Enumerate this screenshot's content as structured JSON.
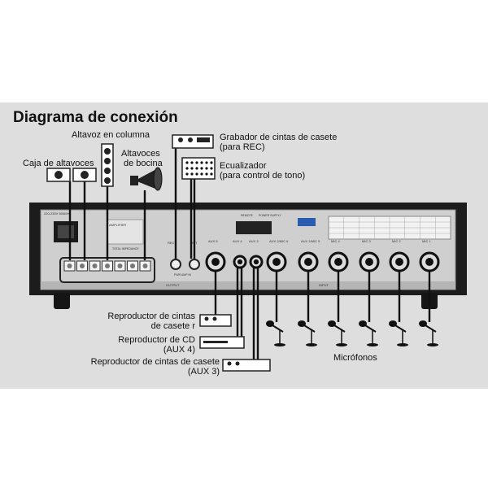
{
  "title": "Diagrama de conexión",
  "labels": {
    "speaker_box": "Caja de altavoces",
    "column_speaker": "Altavoz en columna",
    "horn_speakers_1": "Altavoces",
    "horn_speakers_2": "de bocina",
    "cassette_rec_1": "Grabador de cintas de casete",
    "cassette_rec_2": "(para REC)",
    "equalizer_1": "Ecualizador",
    "equalizer_2": "(para control de tono)",
    "cassette_play_1": "Reproductor de cintas",
    "cassette_play_2": "de casete r",
    "cd_player_1": "Reproductor de CD",
    "cd_player_2": "(AUX 4)",
    "cassette_aux3_1": "Reproductor de cintas de casete",
    "cassette_aux3_2": "(AUX 3)",
    "microphones": "Micrófonos"
  },
  "panel": {
    "aux_labels": [
      "AUX 5",
      "AUX 4",
      "AUX 3",
      "AUX 2/MIC 6",
      "AUX 1/MIC 5",
      "MIC 4",
      "MIC 3",
      "MIC 2",
      "MIC 1"
    ],
    "rec_label": "REC",
    "out_label": "OUT",
    "pwr_label": "PWR AMP IN",
    "output_label": "OUTPUT",
    "input_label": "INPUT",
    "remote_label": "REMOTE",
    "power_supply_label": "POWER SUPPLY",
    "amp_plate": "AMPLIFIER",
    "total_impedance": "TOTAL IMPEDANCE",
    "mains_label": "220-230V 50/60Hz"
  },
  "colors": {
    "background": "#dedede",
    "chassis": "#1c1c1c",
    "rear_panel": "#c8c8c8",
    "cable": "#111111"
  }
}
